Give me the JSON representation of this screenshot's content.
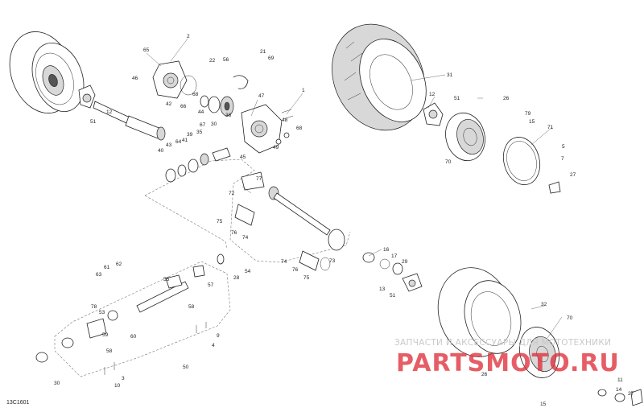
{
  "diagram_code": "13C1601",
  "watermark": {
    "line1": "ЗАПЧАСТИ И АКСЕССУАРЫ ДЛЯ МОТОТЕХНИКИ",
    "line2": "PARTSMOTO.RU"
  },
  "callouts": [
    {
      "id": "c2",
      "label": "2"
    },
    {
      "id": "c65",
      "label": "65"
    },
    {
      "id": "c46",
      "label": "46"
    },
    {
      "id": "c22",
      "label": "22"
    },
    {
      "id": "c56",
      "label": "56"
    },
    {
      "id": "c21",
      "label": "21"
    },
    {
      "id": "c69",
      "label": "69"
    },
    {
      "id": "c42",
      "label": "42"
    },
    {
      "id": "c66",
      "label": "66"
    },
    {
      "id": "c68a",
      "label": "68"
    },
    {
      "id": "c44",
      "label": "44"
    },
    {
      "id": "c30a",
      "label": "30"
    },
    {
      "id": "c36",
      "label": "36"
    },
    {
      "id": "c47",
      "label": "47"
    },
    {
      "id": "c1",
      "label": "1"
    },
    {
      "id": "c48",
      "label": "48"
    },
    {
      "id": "c68b",
      "label": "68"
    },
    {
      "id": "c51a",
      "label": "51"
    },
    {
      "id": "c12a",
      "label": "12"
    },
    {
      "id": "c67",
      "label": "67"
    },
    {
      "id": "c39",
      "label": "39"
    },
    {
      "id": "c43",
      "label": "43"
    },
    {
      "id": "c64",
      "label": "64"
    },
    {
      "id": "c41",
      "label": "41"
    },
    {
      "id": "c35",
      "label": "35"
    },
    {
      "id": "c40",
      "label": "40"
    },
    {
      "id": "c49",
      "label": "49"
    },
    {
      "id": "c45",
      "label": "45"
    },
    {
      "id": "c31",
      "label": "31"
    },
    {
      "id": "c12b",
      "label": "12"
    },
    {
      "id": "c51b",
      "label": "51"
    },
    {
      "id": "c26a",
      "label": "26"
    },
    {
      "id": "c79",
      "label": "79"
    },
    {
      "id": "c15a",
      "label": "15"
    },
    {
      "id": "c71",
      "label": "71"
    },
    {
      "id": "c5",
      "label": "5"
    },
    {
      "id": "c7",
      "label": "7"
    },
    {
      "id": "c70a",
      "label": "70"
    },
    {
      "id": "c27a",
      "label": "27"
    },
    {
      "id": "c77",
      "label": "77"
    },
    {
      "id": "c72",
      "label": "72"
    },
    {
      "id": "c75a",
      "label": "75"
    },
    {
      "id": "c76a",
      "label": "76"
    },
    {
      "id": "c74a",
      "label": "74"
    },
    {
      "id": "c16",
      "label": "16"
    },
    {
      "id": "c17",
      "label": "17"
    },
    {
      "id": "c29",
      "label": "29"
    },
    {
      "id": "c73",
      "label": "73"
    },
    {
      "id": "c74b",
      "label": "74"
    },
    {
      "id": "c76b",
      "label": "76"
    },
    {
      "id": "c75b",
      "label": "75"
    },
    {
      "id": "c54",
      "label": "54"
    },
    {
      "id": "c28",
      "label": "28"
    },
    {
      "id": "c13",
      "label": "13"
    },
    {
      "id": "c51c",
      "label": "51"
    },
    {
      "id": "c61",
      "label": "61"
    },
    {
      "id": "c62",
      "label": "62"
    },
    {
      "id": "c63",
      "label": "63"
    },
    {
      "id": "c55",
      "label": "55"
    },
    {
      "id": "c57",
      "label": "57"
    },
    {
      "id": "c78",
      "label": "78"
    },
    {
      "id": "c53",
      "label": "53"
    },
    {
      "id": "c58a",
      "label": "58"
    },
    {
      "id": "c60",
      "label": "60"
    },
    {
      "id": "c59",
      "label": "59"
    },
    {
      "id": "c58b",
      "label": "58"
    },
    {
      "id": "c9",
      "label": "9"
    },
    {
      "id": "c4",
      "label": "4"
    },
    {
      "id": "c50",
      "label": "50"
    },
    {
      "id": "c3",
      "label": "3"
    },
    {
      "id": "c10",
      "label": "10"
    },
    {
      "id": "c30b",
      "label": "30"
    },
    {
      "id": "c32",
      "label": "32"
    },
    {
      "id": "c70b",
      "label": "70"
    },
    {
      "id": "c26b",
      "label": "26"
    },
    {
      "id": "c11",
      "label": "11"
    },
    {
      "id": "c14",
      "label": "14"
    },
    {
      "id": "c27b",
      "label": "27"
    },
    {
      "id": "c15b",
      "label": "15"
    }
  ]
}
